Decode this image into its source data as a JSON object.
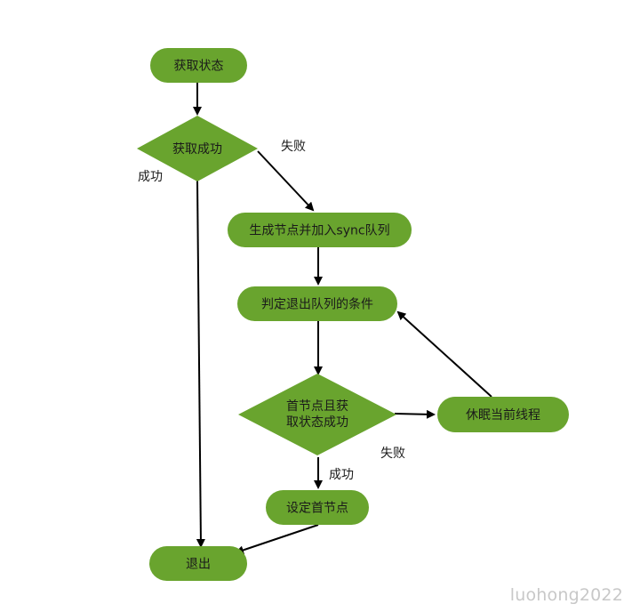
{
  "theme": {
    "node_fill": "#69a42e",
    "arrow_color": "#000000",
    "text_color": "#1a1a1a",
    "watermark_color": "#c8c8c8"
  },
  "nodes": {
    "get_state": "获取状态",
    "acquire_success": "获取成功",
    "create_node": "生成节点并加入sync队列",
    "exit_condition": "判定退出队列的条件",
    "head_and_acquire_line1": "首节点且获",
    "head_and_acquire_line2": "取状态成功",
    "sleep_thread": "休眠当前线程",
    "set_head": "设定首节点",
    "exit": "退出"
  },
  "edge_labels": {
    "acquire_fail": "失败",
    "acquire_success": "成功",
    "head_fail": "失败",
    "head_success": "成功"
  },
  "watermark": "luohong2022"
}
